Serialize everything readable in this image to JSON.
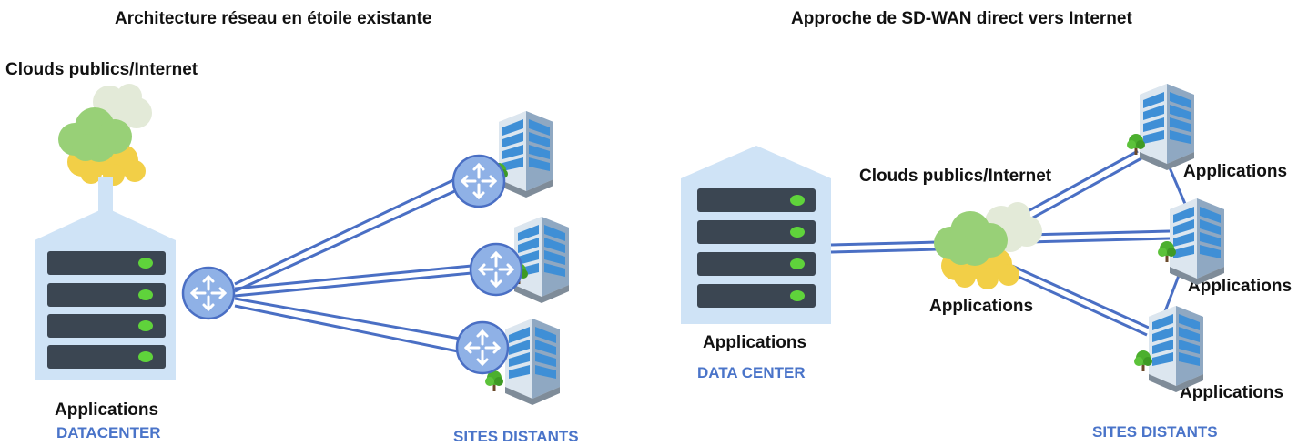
{
  "left": {
    "title": "Architecture réseau en étoile existante",
    "clouds_label": "Clouds publics/Internet",
    "dc_applications_label": "Applications",
    "dc_label": "DATACENTER",
    "sites_label": "SITES DISTANTS"
  },
  "right": {
    "title": "Approche de SD-WAN direct vers Internet",
    "clouds_label": "Clouds publics/Internet",
    "cloud_applications_label": "Applications",
    "dc_applications_label": "Applications",
    "dc_label": "DATA CENTER",
    "site_applications": [
      "Applications",
      "Applications",
      "Applications"
    ],
    "sites_label": "SITES DISTANTS"
  },
  "colors": {
    "link": "#4a6fc4",
    "house": "#cfe3f6",
    "server": "#3b4652",
    "led": "#5fd33b",
    "router": "#8fb1e6",
    "label_blue": "#4a74c9"
  }
}
